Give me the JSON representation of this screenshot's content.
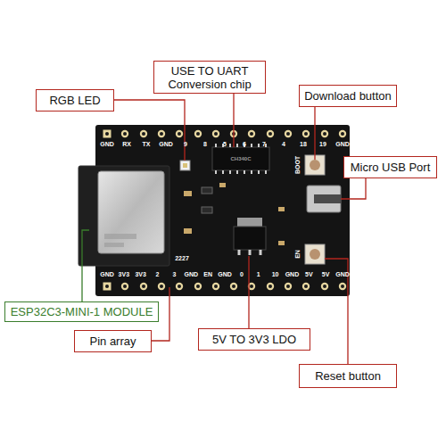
{
  "diagram": {
    "nodes": [
      {
        "text": [
          "RGB LED"
        ]
      },
      {
        "text": [
          "USE TO UART Conversion chip"
        ]
      },
      {
        "text": [
          "Download button"
        ]
      },
      {
        "text": [
          "Micro USB Port"
        ]
      },
      {
        "text": [
          "ESP32C3-MINI-1 MODULE"
        ]
      },
      {
        "text": [
          "Pin array"
        ]
      },
      {
        "text": [
          "5V TO 3V3 LDO"
        ]
      },
      {
        "text": [
          "Reset button"
        ]
      }
    ],
    "labels": [
      "GND",
      "RX",
      "TX",
      "GND",
      "9",
      "8",
      "5",
      "6",
      "7",
      "4",
      "18",
      "19",
      "GND",
      "GND",
      "3V3",
      "3V3",
      "2",
      "3",
      "GND",
      "EN",
      "GND",
      "0",
      "1",
      "10",
      "GND",
      "5V",
      "5V",
      "GND",
      "BOOT",
      "EN",
      "2227",
      "CH340C"
    ]
  }
}
